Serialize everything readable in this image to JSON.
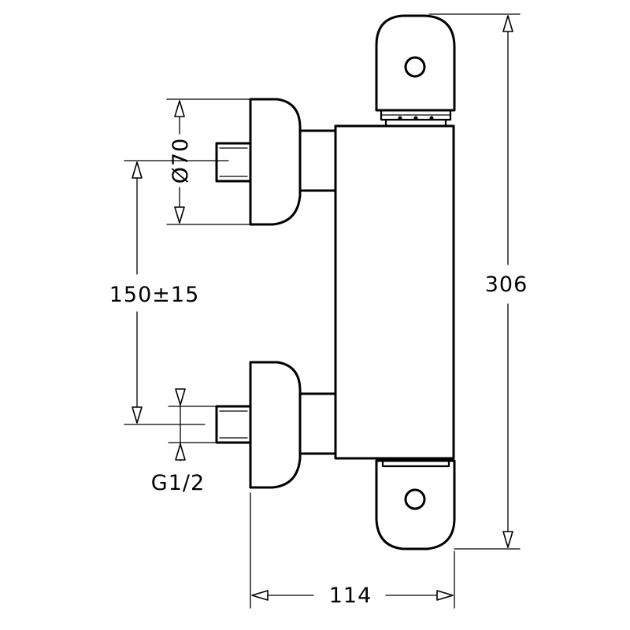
{
  "dimensions": {
    "pipe_diameter": "Ø70",
    "inlet_spacing": "150±15",
    "total_height": "306",
    "thread": "G1/2",
    "total_depth": "114"
  }
}
